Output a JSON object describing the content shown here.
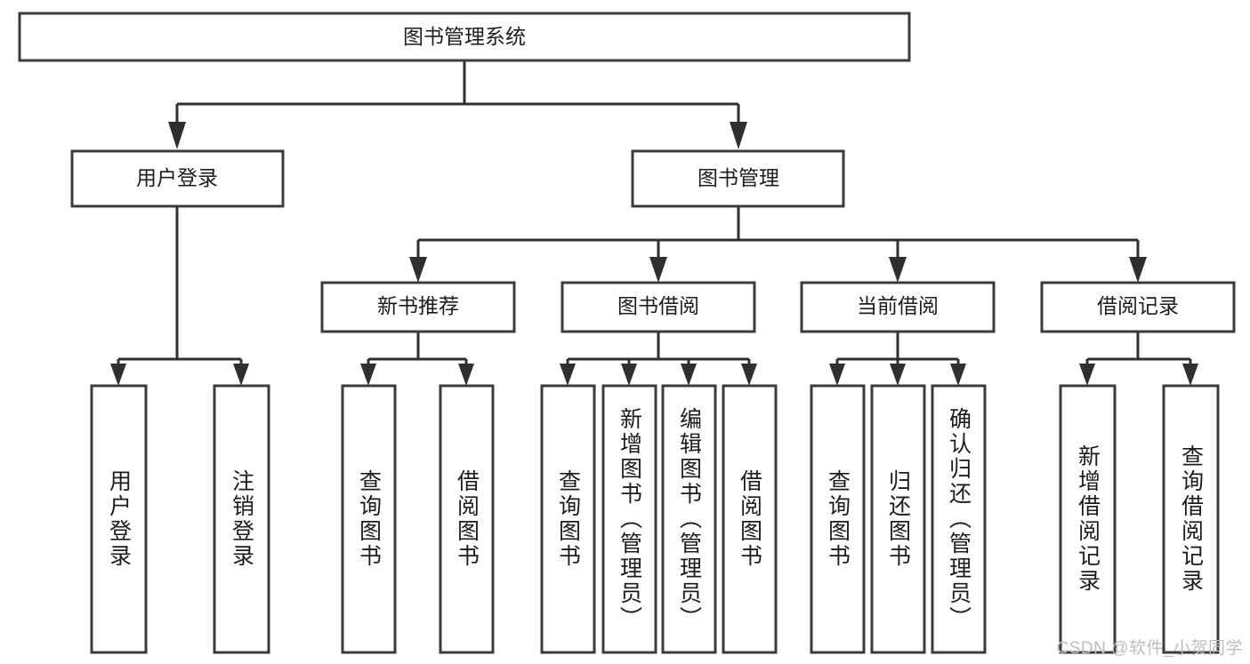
{
  "diagram": {
    "title": "图书管理系统",
    "type": "tree",
    "colors": {
      "box_stroke": "#3b3b3b",
      "connector": "#2f2f2f",
      "box_fill": "#ffffff",
      "text": "#1c1c1c",
      "watermark": "#bdbdbd"
    },
    "root": {
      "label": "图书管理系统"
    },
    "level2": [
      {
        "label": "用户登录"
      },
      {
        "label": "图书管理"
      }
    ],
    "level3": [
      {
        "label": "新书推荐"
      },
      {
        "label": "图书借阅"
      },
      {
        "label": "当前借阅"
      },
      {
        "label": "借阅记录"
      }
    ],
    "leaves_user_login": [
      {
        "label": "用户登录"
      },
      {
        "label": "注销登录"
      }
    ],
    "leaves_new_book": [
      {
        "label": "查询图书"
      },
      {
        "label": "借阅图书"
      }
    ],
    "leaves_borrow": [
      {
        "label": "查询图书"
      },
      {
        "label": "新增图书（管理员）"
      },
      {
        "label": "编辑图书（管理员）"
      },
      {
        "label": "借阅图书"
      }
    ],
    "leaves_current": [
      {
        "label": "查询图书"
      },
      {
        "label": "归还图书"
      },
      {
        "label": "确认归还（管理员）"
      }
    ],
    "leaves_records": [
      {
        "label": "新增借阅记录"
      },
      {
        "label": "查询借阅记录"
      }
    ]
  },
  "watermark": {
    "text": "CSDN @软件_小贺同学"
  }
}
